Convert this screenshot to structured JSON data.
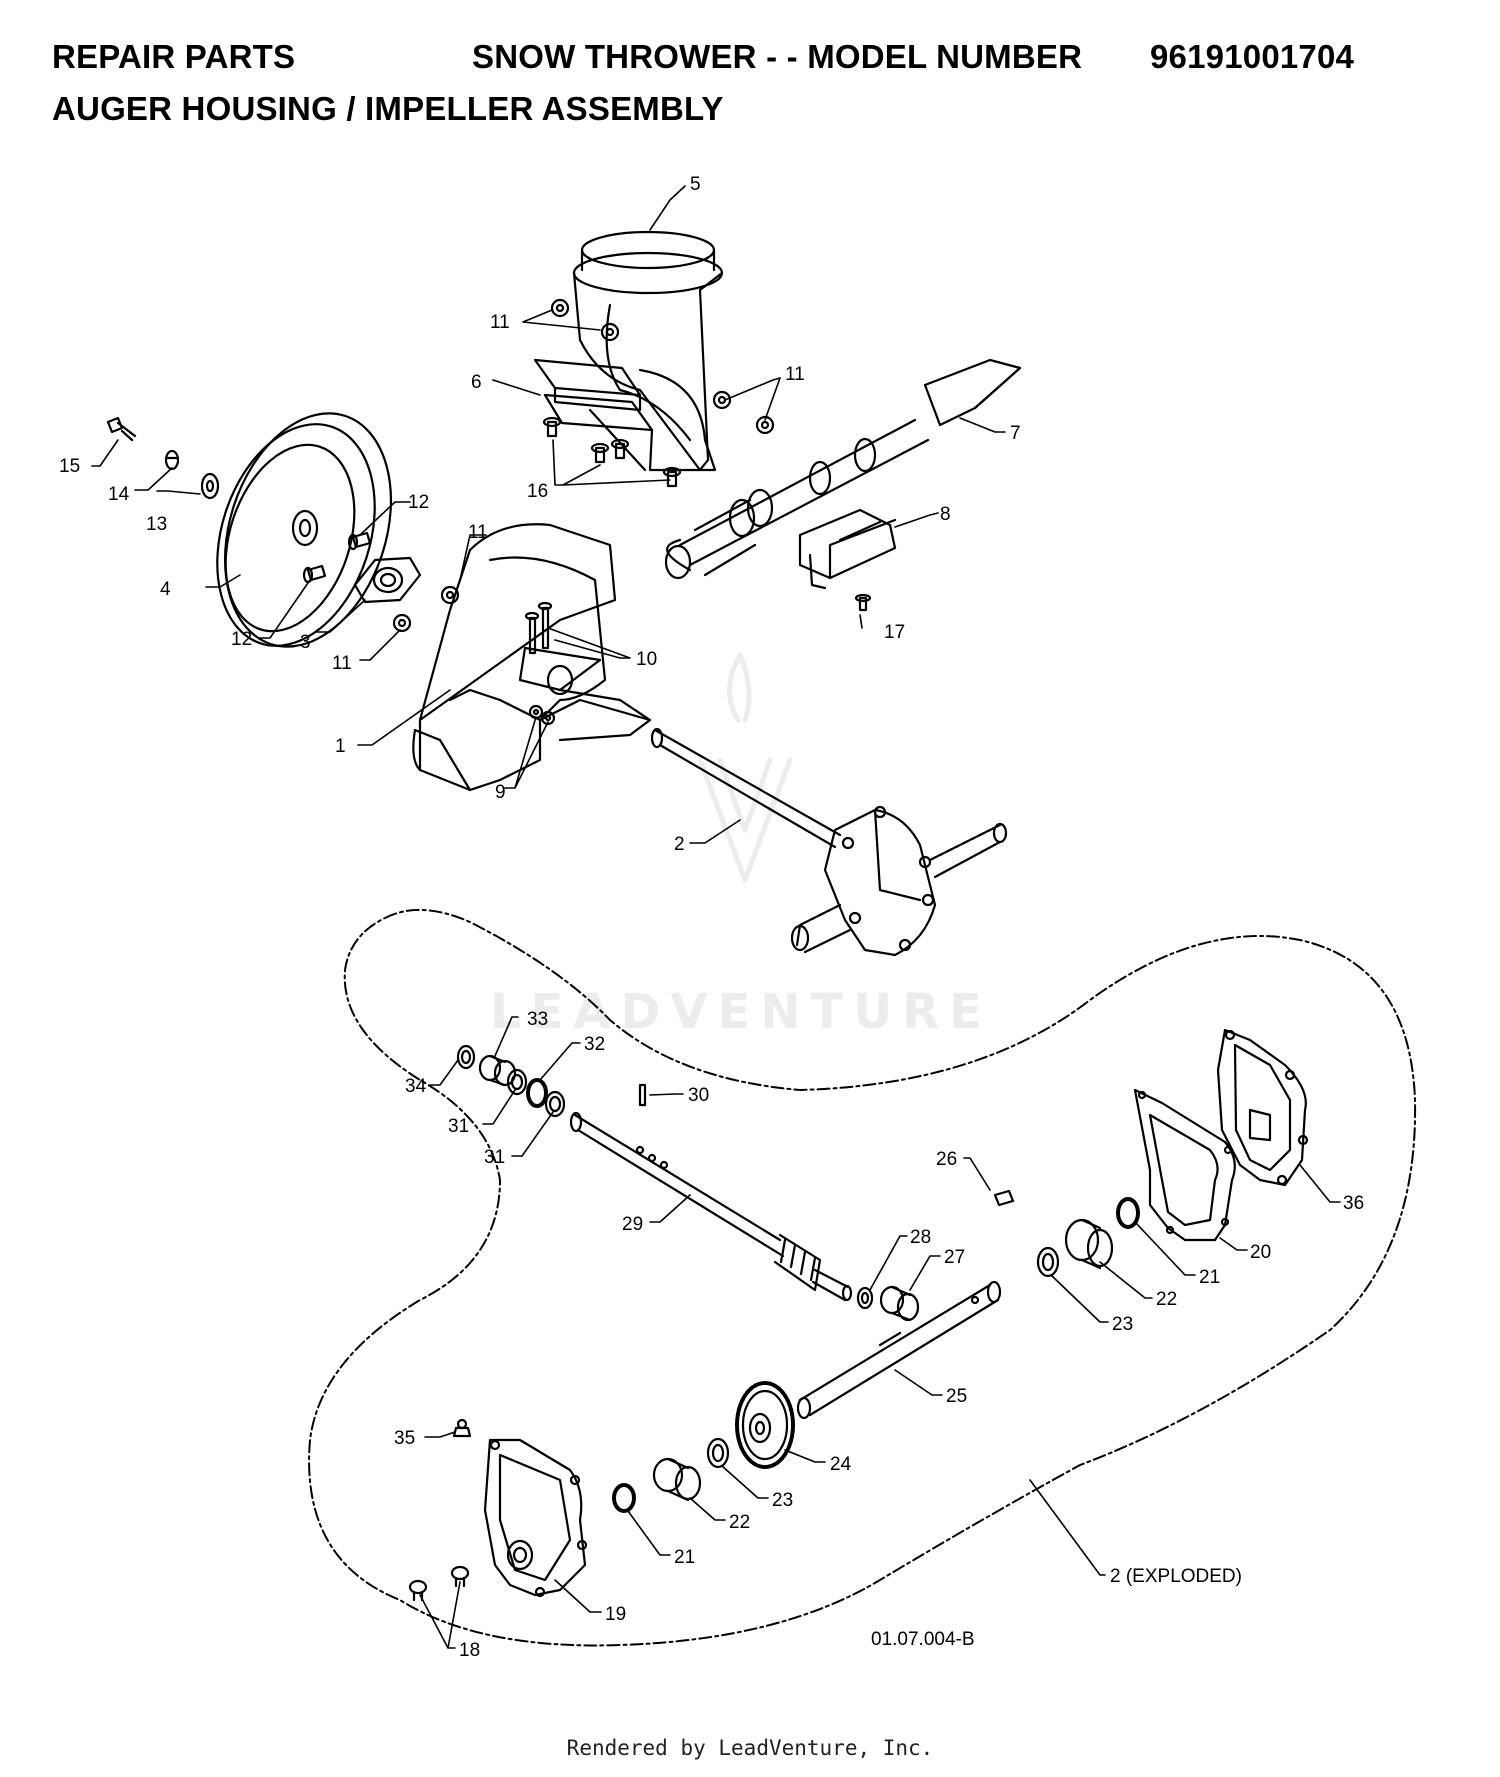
{
  "header": {
    "left_title": "REPAIR PARTS",
    "center_title": "SNOW THROWER - - MODEL NUMBER",
    "model_number": "96191001704",
    "subtitle": "AUGER HOUSING / IMPELLER ASSEMBLY"
  },
  "watermark": "LEADVENTURE",
  "drawing_number": "01.07.004-B",
  "footer": "Rendered by LeadVenture, Inc.",
  "callouts": {
    "c1": "1",
    "c2": "2",
    "c2x": "2 (EXPLODED)",
    "c3": "3",
    "c4": "4",
    "c5": "5",
    "c6": "6",
    "c7": "7",
    "c8": "8",
    "c9": "9",
    "c10": "10",
    "c11a": "11",
    "c11b": "11",
    "c11c": "11",
    "c11d": "11",
    "c12a": "12",
    "c12b": "12",
    "c13": "13",
    "c14": "14",
    "c15": "15",
    "c16": "16",
    "c17": "17",
    "c18": "18",
    "c19": "19",
    "c20": "20",
    "c21a": "21",
    "c21b": "21",
    "c22a": "22",
    "c22b": "22",
    "c23a": "23",
    "c23b": "23",
    "c24": "24",
    "c25": "25",
    "c26": "26",
    "c27": "27",
    "c28": "28",
    "c29": "29",
    "c30": "30",
    "c31a": "31",
    "c31b": "31",
    "c32": "32",
    "c33": "33",
    "c34": "34",
    "c35": "35",
    "c36": "36"
  }
}
